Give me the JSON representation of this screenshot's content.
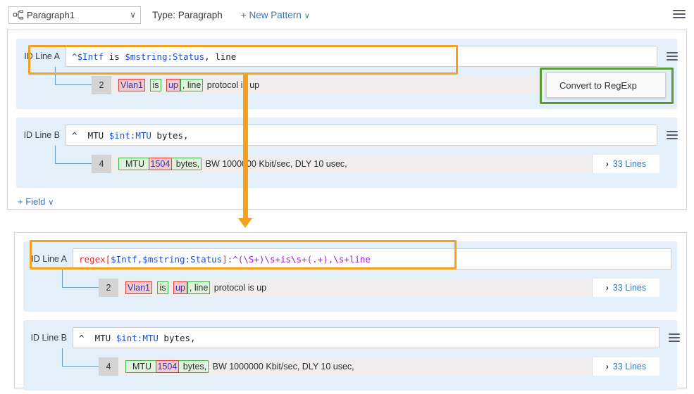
{
  "toolbar": {
    "selector_value": "Paragraph1",
    "selector_icon": "hierarchy-icon",
    "selector_caret": "∨",
    "type_label": "Type: Paragraph",
    "new_pattern_label": "+ New Pattern",
    "new_pattern_caret": "∨",
    "menu_icon": "hamburger-menu-icon"
  },
  "tooltip": {
    "label": "Convert to RegExp",
    "border_color": "#5b9b36"
  },
  "colors": {
    "highlight_orange": "#f5a11b",
    "highlight_green": "#5b9b36",
    "panel_group_bg": "#e3f0f9",
    "match_row_bg": "#efeded",
    "link_blue": "#3776b5",
    "token_red_border": "#e03a3a",
    "token_red_bg": "#f8c9c9",
    "token_green_border": "#3cb54a",
    "token_green_bg": "#dff3df"
  },
  "panel_top": {
    "lineA": {
      "id_label": "ID Line A",
      "pattern_tokens": [
        {
          "t": "^$Intf",
          "c": "c-blue"
        },
        {
          "t": " is ",
          "c": "c-dark"
        },
        {
          "t": "$mstring:Status",
          "c": "c-blue"
        },
        {
          "t": ", line",
          "c": "c-dark"
        }
      ],
      "pattern_plain": "^$Intf is $mstring:Status, line",
      "menu_icon": "hamburger-menu-icon",
      "match": {
        "line_number": "2",
        "tokens": [
          {
            "t": "Vlan1",
            "style": "tok-red"
          },
          {
            "t": " ",
            "style": "plain"
          },
          {
            "t": "is",
            "style": "tok-green"
          },
          {
            "t": " ",
            "style": "plain"
          },
          {
            "t": "up",
            "style": "tok-red"
          },
          {
            "t": ", line",
            "style": "tok-green"
          },
          {
            "t": " protocol is up",
            "style": "plain"
          }
        ],
        "plain": "Vlan1 is up, line protocol is up"
      }
    },
    "lineB": {
      "id_label": "ID Line B",
      "pattern_tokens": [
        {
          "t": "^  MTU ",
          "c": "c-dark"
        },
        {
          "t": "$int:MTU",
          "c": "c-blue"
        },
        {
          "t": " bytes,",
          "c": "c-dark"
        }
      ],
      "pattern_plain": "^  MTU $int:MTU bytes,",
      "menu_icon": "hamburger-menu-icon",
      "match": {
        "line_number": "4",
        "tokens": [
          {
            "t": "  MTU ",
            "style": "tok-green-open"
          },
          {
            "t": "1504",
            "style": "tok-red"
          },
          {
            "t": " bytes,",
            "style": "tok-green-close"
          },
          {
            "t": " BW 1000000 Kbit/sec, DLY 10 usec,",
            "style": "plain"
          }
        ],
        "plain": "MTU 1504 bytes, BW 1000000 Kbit/sec, DLY 10 usec,",
        "lines_button": {
          "chevron": "›",
          "label": "33 Lines"
        }
      }
    },
    "add_field_label": "+ Field",
    "add_field_caret": "∨"
  },
  "panel_bottom": {
    "lineA": {
      "id_label": "ID Line A",
      "pattern_tokens": [
        {
          "t": "regex[",
          "c": "c-red"
        },
        {
          "t": "$Intf,$mstring:Status",
          "c": "c-blue"
        },
        {
          "t": "]:",
          "c": "c-red"
        },
        {
          "t": "^(\\S+)\\s+is\\s+(.+),\\s+line",
          "c": "c-purple"
        }
      ],
      "pattern_plain": "regex[$Intf,$mstring:Status]:^(\\S+)\\s+is\\s+(.+),\\s+line",
      "match": {
        "line_number": "2",
        "tokens": [
          {
            "t": "Vlan1",
            "style": "tok-red"
          },
          {
            "t": " ",
            "style": "plain"
          },
          {
            "t": "is",
            "style": "tok-green"
          },
          {
            "t": " ",
            "style": "plain"
          },
          {
            "t": "up",
            "style": "tok-red"
          },
          {
            "t": ", line",
            "style": "tok-green"
          },
          {
            "t": " protocol is up",
            "style": "plain"
          }
        ],
        "plain": "Vlan1 is up, line protocol is up",
        "lines_button": {
          "chevron": "›",
          "label": "33 Lines"
        }
      }
    },
    "lineB": {
      "id_label": "ID Line B",
      "pattern_tokens": [
        {
          "t": "^  MTU ",
          "c": "c-dark"
        },
        {
          "t": "$int:MTU",
          "c": "c-blue"
        },
        {
          "t": " bytes,",
          "c": "c-dark"
        }
      ],
      "pattern_plain": "^  MTU $int:MTU bytes,",
      "menu_icon": "hamburger-menu-icon",
      "match": {
        "line_number": "4",
        "tokens": [
          {
            "t": "  MTU ",
            "style": "tok-green-open"
          },
          {
            "t": "1504",
            "style": "tok-red"
          },
          {
            "t": " bytes,",
            "style": "tok-green-close"
          },
          {
            "t": " BW 1000000 Kbit/sec, DLY 10 usec,",
            "style": "plain"
          }
        ],
        "plain": "MTU 1504 bytes, BW 1000000 Kbit/sec, DLY 10 usec,",
        "lines_button": {
          "chevron": "›",
          "label": "33 Lines"
        }
      }
    }
  }
}
